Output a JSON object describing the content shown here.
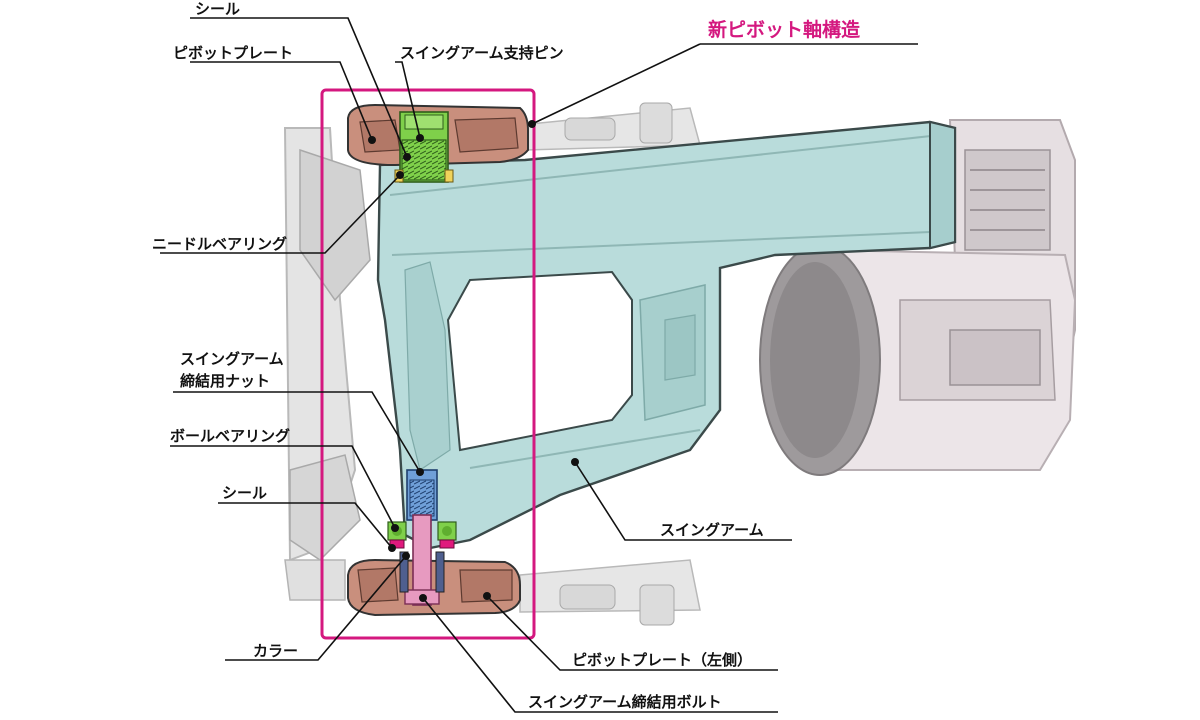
{
  "diagram": {
    "title": "新ピボット軸構造",
    "labels": {
      "seal_top": "シール",
      "pivot_plate": "ピボットプレート",
      "support_pin": "スイングアーム支持ピン",
      "needle_bearing": "ニードルベアリング",
      "nut_line1": "スイングアーム",
      "nut_line2": "締結用ナット",
      "ball_bearing": "ボールベアリング",
      "seal_bottom": "シール",
      "swing_arm": "スイングアーム",
      "collar": "カラー",
      "pivot_plate_left": "ピボットプレート（左側）",
      "fastening_bolt": "スイングアーム締結用ボルト"
    },
    "colors": {
      "accent": "#d4187f",
      "arm_fill": "#b9dcdb",
      "plate_fill": "#c98f7d",
      "pin_fill": "#7fd04a",
      "bolt_fill": "#e79ac0",
      "nut_fill": "#6f9fd8",
      "background_parts": "#dedede"
    }
  }
}
